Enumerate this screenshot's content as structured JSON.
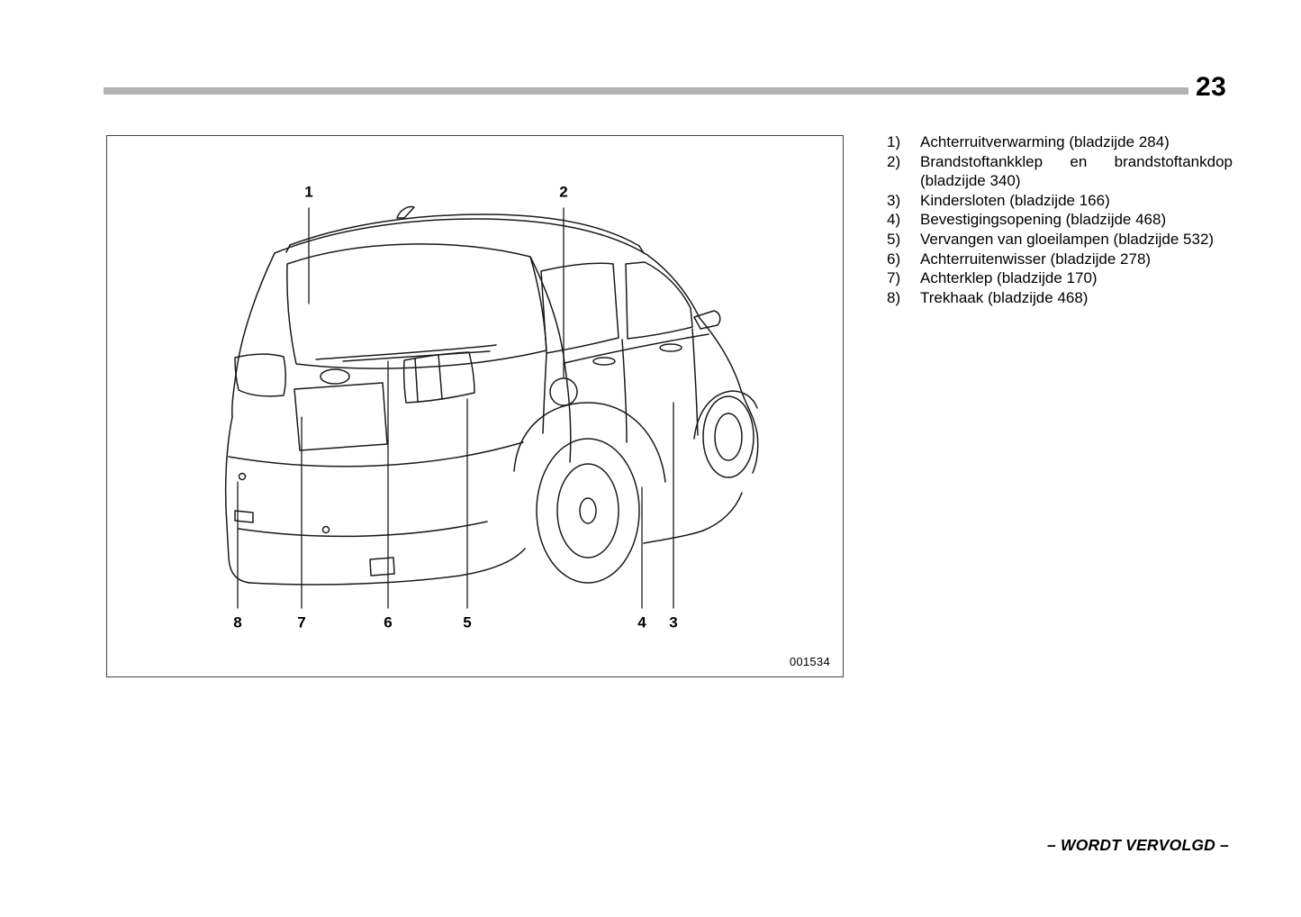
{
  "page": {
    "number": "23",
    "continued_note": "– WORDT VERVOLGD –",
    "rule_color": "#b3b3b3"
  },
  "figure": {
    "code": "001534",
    "callouts": {
      "c1": "1",
      "c2": "2",
      "c3": "3",
      "c4": "4",
      "c5": "5",
      "c6": "6",
      "c7": "7",
      "c8": "8"
    }
  },
  "legend": {
    "items": [
      {
        "num": "1)",
        "text": "Achterruitverwarming (bladzijde 284)"
      },
      {
        "num": "2)",
        "text": "Brandstoftankklep en brandstoftankdop (bladzijde 340)"
      },
      {
        "num": "3)",
        "text": "Kindersloten (bladzijde 166)"
      },
      {
        "num": "4)",
        "text": "Bevestigingsopening (bladzijde 468)"
      },
      {
        "num": "5)",
        "text": "Vervangen van gloeilampen (bladzijde 532)"
      },
      {
        "num": "6)",
        "text": "Achterruitenwisser (bladzijde 278)"
      },
      {
        "num": "7)",
        "text": "Achterklep (bladzijde 170)"
      },
      {
        "num": "8)",
        "text": "Trekhaak (bladzijde 468)"
      }
    ]
  }
}
